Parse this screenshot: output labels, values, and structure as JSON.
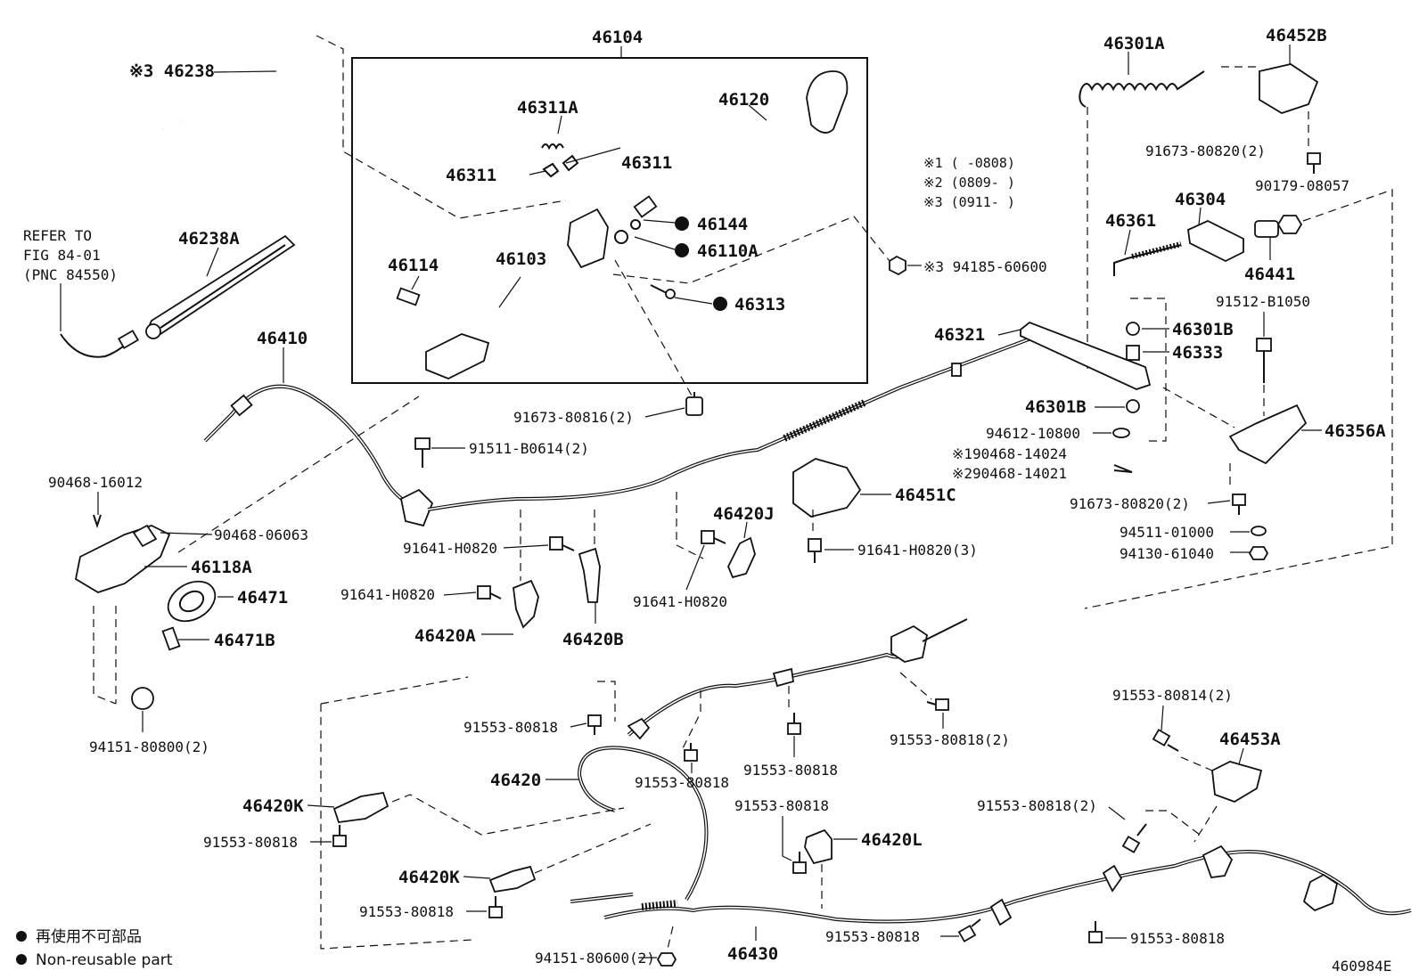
{
  "title_box": "46104",
  "legend": {
    "dot_jp": "再使用不可部品",
    "dot_en": "Non-reusable part"
  },
  "notes": {
    "n1": "※1 (   -0808)",
    "n2": "※2 (0809-   )",
    "n3": "※3 (0911-   )"
  },
  "refer": {
    "line1": "REFER TO",
    "line2": "FIG 84-01",
    "line3": "(PNC 84550)"
  },
  "labels": {
    "l46238": "※3 46238",
    "l46238A": "46238A",
    "l46311A": "46311A",
    "l46120": "46120",
    "l46311a": "46311",
    "l46311b": "46311",
    "l46144": "46144",
    "l46110A": "46110A",
    "l46114": "46114",
    "l46103": "46103",
    "l46313": "46313",
    "l91673_80816": "91673-80816(2)",
    "l46410": "46410",
    "l91511": "91511-B0614(2)",
    "l90468_16012": "90468-16012",
    "l90468_06063": "90468-06063",
    "l46118A": "46118A",
    "l46471": "46471",
    "l46471B": "46471B",
    "l94151_80800": "94151-80800(2)",
    "l91641_a": "91641-H0820",
    "l91641_b": "91641-H0820",
    "l91641_c": "91641-H0820",
    "l91641_3": "91641-H0820(3)",
    "l46420A": "46420A",
    "l46420B": "46420B",
    "l46420J": "46420J",
    "l46451C": "46451C",
    "l94185": "※3 94185-60600",
    "l46301A": "46301A",
    "l46452B": "46452B",
    "l91673_80820_a": "91673-80820(2)",
    "l46304": "46304",
    "l90179": "90179-08057",
    "l46361": "46361",
    "l46441": "46441",
    "l91512": "91512-B1050",
    "l46321": "46321",
    "l46301B_a": "46301B",
    "l46333": "46333",
    "l46301B_b": "46301B",
    "l94612": "94612-10800",
    "l90468_14024": "※190468-14024",
    "l90468_14021": "※290468-14021",
    "l46356A": "46356A",
    "l91673_80820_b": "91673-80820(2)",
    "l94511": "94511-01000",
    "l94130": "94130-61040",
    "l91553_80818_a": "91553-80818",
    "l46420": "46420",
    "l91553_80818_b": "91553-80818",
    "l91553_80818_c": "91553-80818",
    "l91553_80818_2a": "91553-80818(2)",
    "l91553_80814": "91553-80814(2)",
    "l46453A": "46453A",
    "l46420K_a": "46420K",
    "l91553_80818_d": "91553-80818",
    "l91553_80818_e": "91553-80818",
    "l46420L": "46420L",
    "l91553_80818_2b": "91553-80818(2)",
    "l46420K_b": "46420K",
    "l91553_80818_f": "91553-80818",
    "l94151_80600": "94151-80600(2)",
    "l46430": "46430",
    "l91553_80818_g": "91553-80818",
    "l91553_80818_h": "91553-80818"
  },
  "figure_id": "460984E"
}
